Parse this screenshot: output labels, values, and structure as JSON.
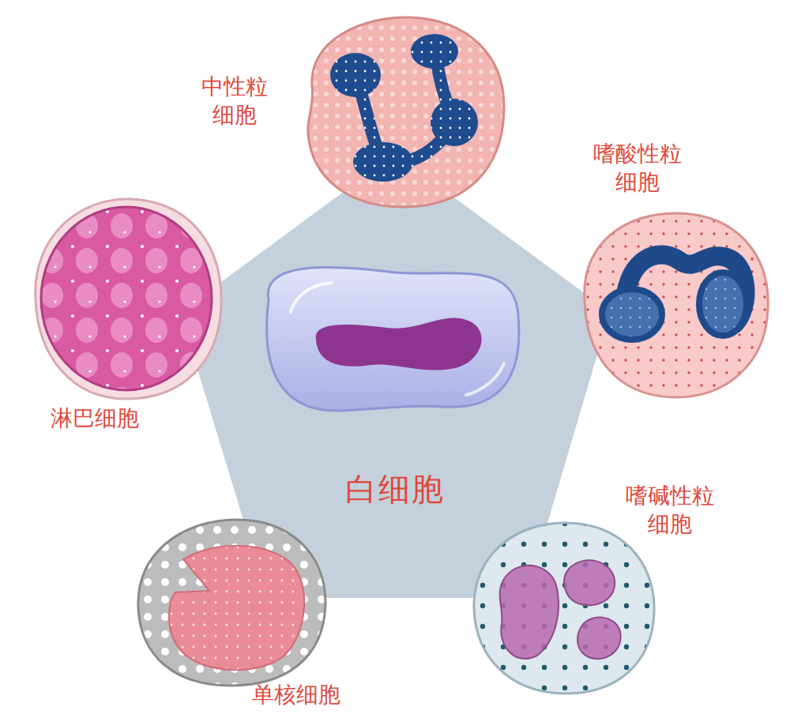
{
  "diagram": {
    "nodes": [
      {
        "text": [
          "白细胞"
        ]
      },
      {
        "text": [
          "中性粒 细胞"
        ]
      },
      {
        "text": [
          "嗜酸性粒 细胞"
        ]
      },
      {
        "text": [
          "嗜碱性粒 细胞"
        ]
      },
      {
        "text": [
          "单核细胞"
        ]
      },
      {
        "text": [
          "淋巴细胞"
        ]
      }
    ]
  }
}
